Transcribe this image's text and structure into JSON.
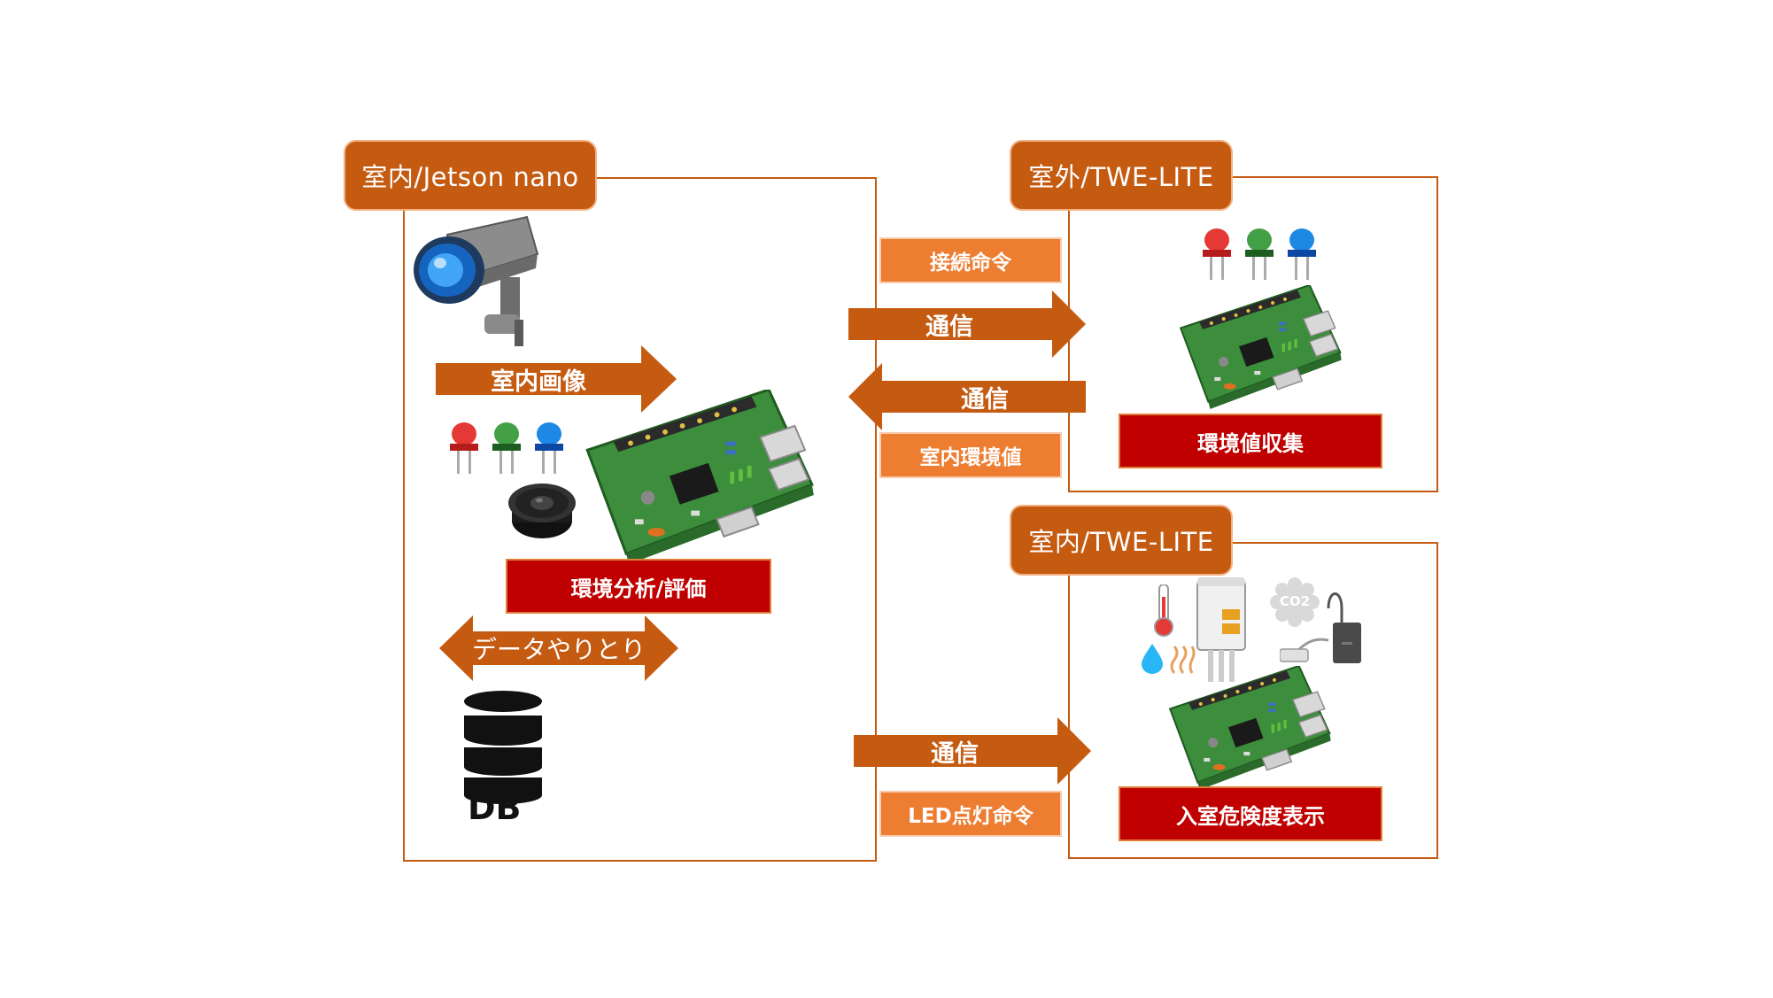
{
  "colors": {
    "frame_border": "#c55a11",
    "tab_fill": "#c55a11",
    "arrow_fill": "#c55a11",
    "label_fill": "#ed7d31",
    "function_fill": "#c00000"
  },
  "panels": {
    "jetson": {
      "title": "室内/Jetson nano"
    },
    "outdoor": {
      "title": "室外/TWE-LITE"
    },
    "indoor": {
      "title": "室内/TWE-LITE"
    }
  },
  "jetson": {
    "image_arrow": "室内画像",
    "analysis_label": "環境分析/評価",
    "data_arrow": "データやりとり",
    "db_label": "DB"
  },
  "links": {
    "connect_command": "接続命令",
    "comm_to_outdoor": "通信",
    "comm_from_outdoor": "通信",
    "indoor_env_value": "室内環境値",
    "comm_to_indoor": "通信",
    "led_command": "LED点灯命令"
  },
  "outdoor": {
    "function_label": "環境値収集"
  },
  "indoor": {
    "function_label": "入室危険度表示",
    "co2_label": "CO2"
  },
  "icons": [
    "security-camera-icon",
    "led-icon",
    "speaker-icon",
    "circuit-board-icon",
    "database-icon",
    "thermometer-icon",
    "water-drop-icon",
    "humidity-icon",
    "sensor-device-icon",
    "co2-icon",
    "gas-sensor-icon"
  ]
}
